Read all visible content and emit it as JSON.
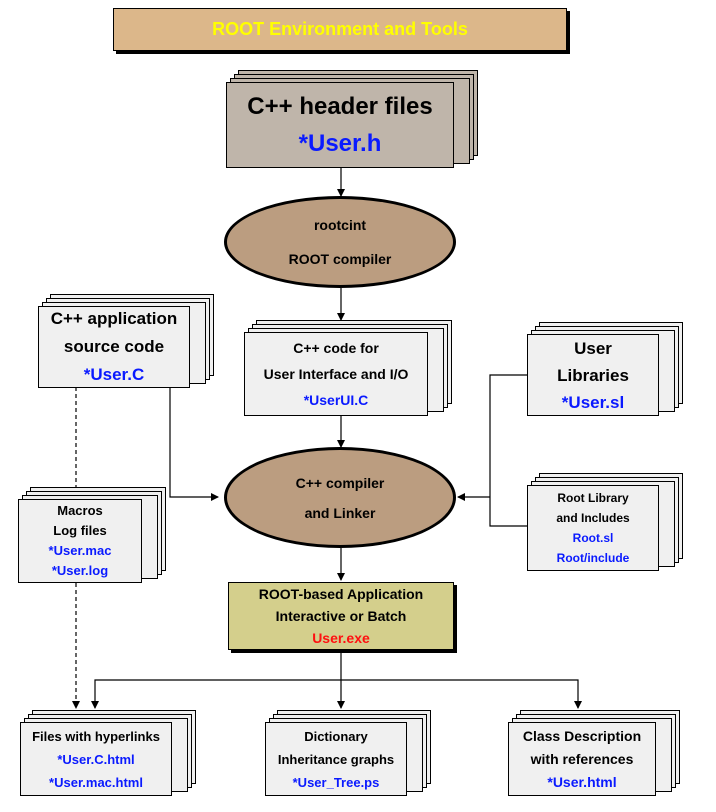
{
  "title": "ROOT Environment and Tools",
  "colors": {
    "title_bg": "#dcb78a",
    "title_text": "#ffff00",
    "header_box_bg": "#bfb5aa",
    "process_ellipse": "#bb9d80",
    "app_box_bg": "#d4cf8c",
    "file_box_bg": "#f0f0f0",
    "file_name_blue": "#0a1aff",
    "exe_red": "#ff1010"
  },
  "nodes": {
    "header_files": {
      "line1": "C++ header files",
      "file": "*User.h"
    },
    "rootcint": {
      "line1": "rootcint",
      "line2": "ROOT compiler"
    },
    "app_source": {
      "line1": "C++ application",
      "line2": "source code",
      "file": "*User.C"
    },
    "ui_code": {
      "line1": "C++ code for",
      "line2": "User Interface and I/O",
      "file": "*UserUI.C"
    },
    "user_libs": {
      "line1": "User",
      "line2": "Libraries",
      "file": "*User.sl"
    },
    "macros": {
      "line1": "Macros",
      "line2": "Log files",
      "file1": "*User.mac",
      "file2": "*User.log"
    },
    "compiler": {
      "line1": "C++ compiler",
      "line2": "and Linker"
    },
    "root_lib": {
      "line1": "Root Library",
      "line2": "and Includes",
      "file1": "Root.sl",
      "file2": "Root/include"
    },
    "application": {
      "line1": "ROOT-based Application",
      "line2": "Interactive or Batch",
      "file": "User.exe"
    },
    "hyperlinks": {
      "line1": "Files with hyperlinks",
      "file1": "*User.C.html",
      "file2": "*User.mac.html"
    },
    "dictionary": {
      "line1": "Dictionary",
      "line2": "Inheritance graphs",
      "file": "*User_Tree.ps"
    },
    "class_desc": {
      "line1": "Class Description",
      "line2": "with references",
      "file": "*User.html"
    }
  }
}
